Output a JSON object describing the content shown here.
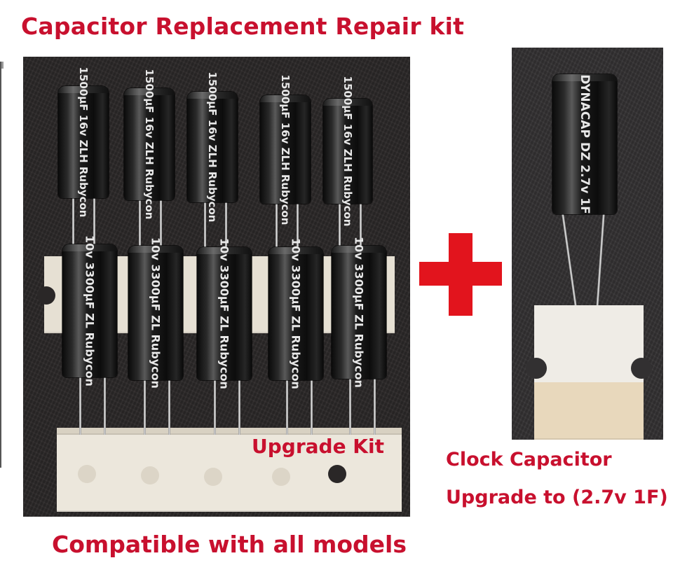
{
  "title": "Capacitor Replacement Repair kit",
  "left_label": "Upgrade Kit",
  "clock_line1": "Clock Capacitor",
  "clock_line2": "Upgrade to (2.7v 1F)",
  "bottom_caption": "Compatible with all models",
  "top_caps_marking": "1500µF 16v ZLH Rubycon",
  "bottom_caps_marking": "10v 3300µF ZL Rubycon",
  "clock_cap_marking": "DYNACAP DZ 2.7v 1F",
  "colors": {
    "accent_red": "#c8102e",
    "plus_red": "#e2141d"
  },
  "icons": {
    "plus": "plus-icon"
  }
}
